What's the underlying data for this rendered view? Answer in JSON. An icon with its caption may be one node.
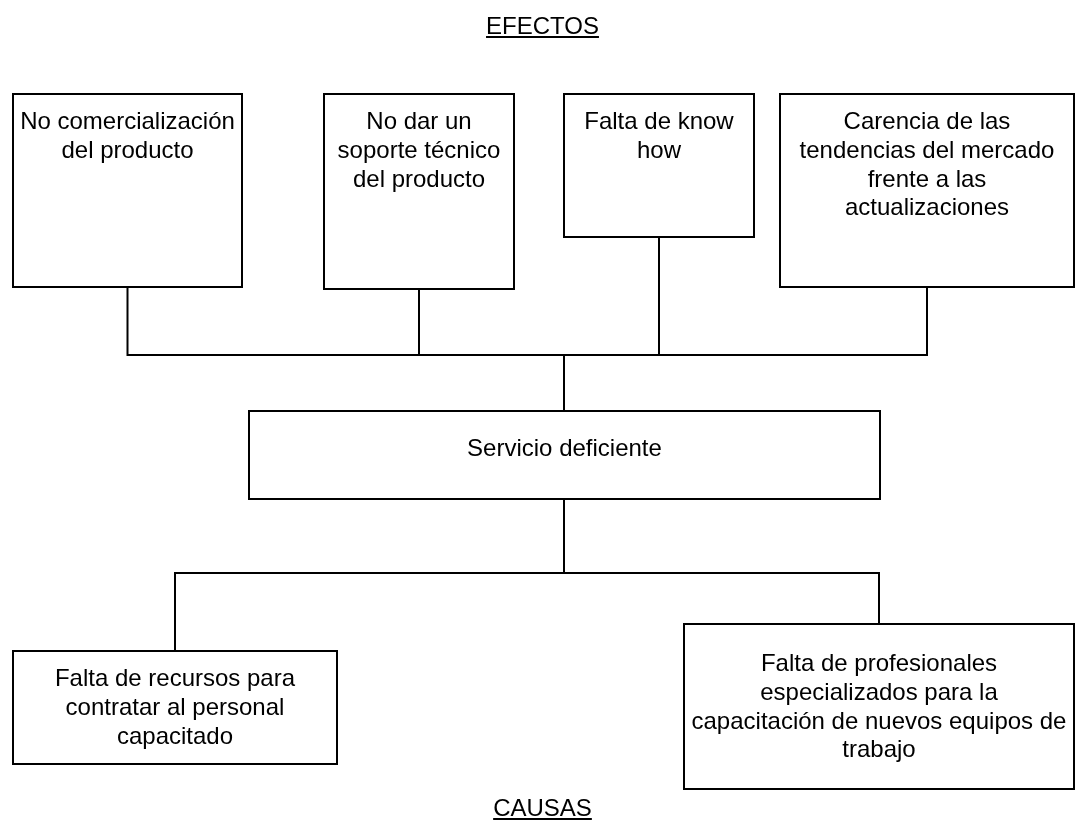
{
  "diagram": {
    "title": "EFECTOS",
    "nodes": [
      {
        "text": [
          "No comercialización del producto"
        ]
      },
      {
        "text": [
          "No dar un soporte técnico del producto"
        ]
      },
      {
        "text": [
          "Falta de know how"
        ]
      },
      {
        "text": [
          "Carencia de las tendencias del mercado frente a las actualizaciones"
        ]
      },
      {
        "text": [
          "Servicio deficiente"
        ]
      },
      {
        "text": [
          "Falta de recursos para contratar al personal capacitado"
        ]
      },
      {
        "text": [
          "Falta de profesionales especializados para la capacitación de nuevos equipos de trabajo"
        ]
      }
    ],
    "edges": [
      {
        "from": 0,
        "to": 4,
        "arrow": "none"
      },
      {
        "from": 1,
        "to": 4,
        "arrow": "none"
      },
      {
        "from": 2,
        "to": 4,
        "arrow": "none"
      },
      {
        "from": 3,
        "to": 4,
        "arrow": "none"
      },
      {
        "from": 4,
        "to": 5,
        "arrow": "none"
      },
      {
        "from": 4,
        "to": 6,
        "arrow": "none"
      }
    ],
    "labels": [
      "CAUSAS"
    ]
  }
}
